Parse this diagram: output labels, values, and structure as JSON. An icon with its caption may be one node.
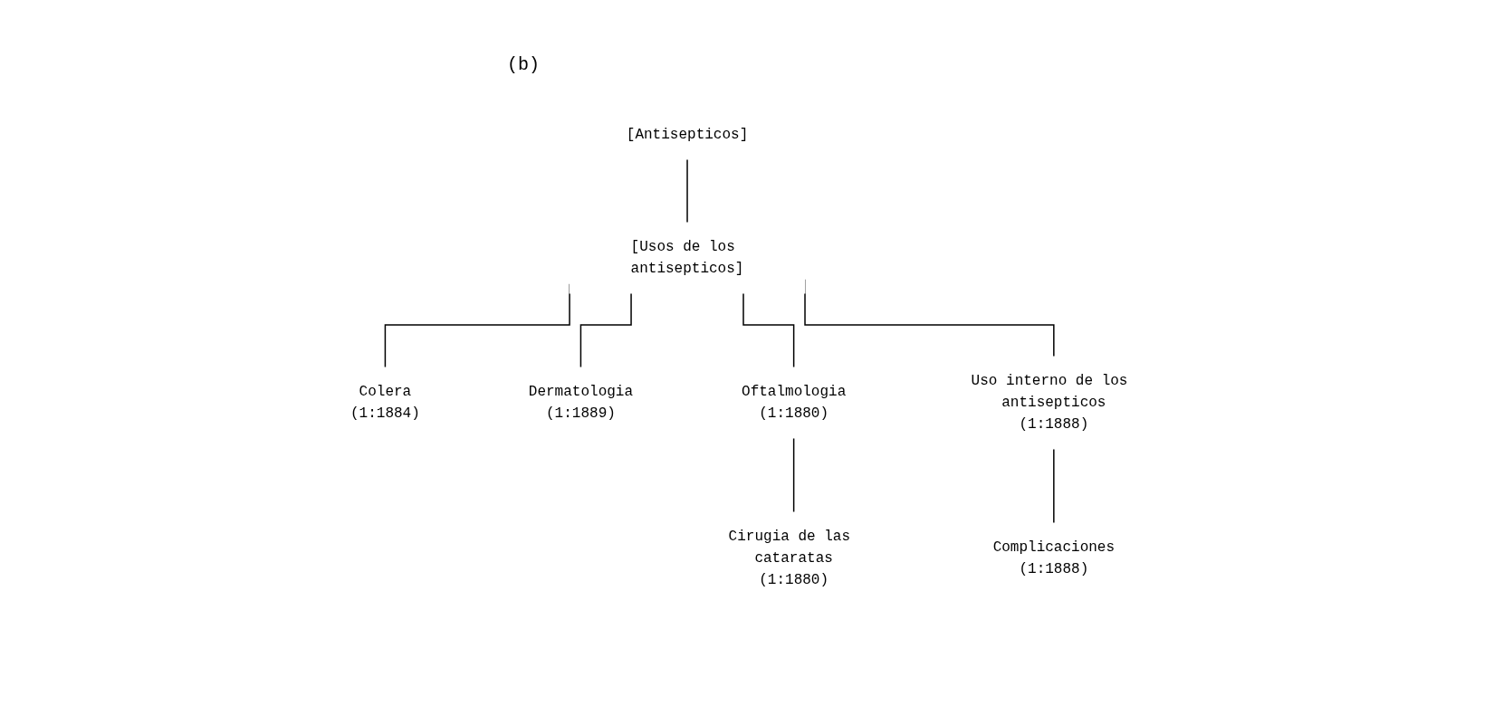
{
  "diagram": {
    "nodes": [
      {
        "text": [
          "[Antisepticos]"
        ]
      },
      {
        "text": [
          "[Usos de los antisepticos]"
        ]
      },
      {
        "text": [
          "Colera",
          "(1:1884)"
        ]
      },
      {
        "text": [
          "Dermatologia",
          "(1:1889)"
        ]
      },
      {
        "text": [
          "Oftalmologia",
          "(1:1880)"
        ]
      },
      {
        "text": [
          "Uso interno de los antisepticos",
          "(1:1888)"
        ]
      },
      {
        "text": [
          "Cirugia de las cataratas",
          "(1:1880)"
        ]
      },
      {
        "text": [
          "Complicaciones",
          "(1:1888)"
        ]
      }
    ],
    "edges": [
      {
        "from": 0,
        "to": 1,
        "arrow": "none"
      },
      {
        "from": 1,
        "to": 2,
        "arrow": "none"
      },
      {
        "from": 1,
        "to": 3,
        "arrow": "none"
      },
      {
        "from": 1,
        "to": 4,
        "arrow": "none"
      },
      {
        "from": 1,
        "to": 5,
        "arrow": "none"
      },
      {
        "from": 4,
        "to": 6,
        "arrow": "none"
      },
      {
        "from": 5,
        "to": 7,
        "arrow": "none"
      }
    ],
    "labels": [
      "(b)"
    ]
  }
}
